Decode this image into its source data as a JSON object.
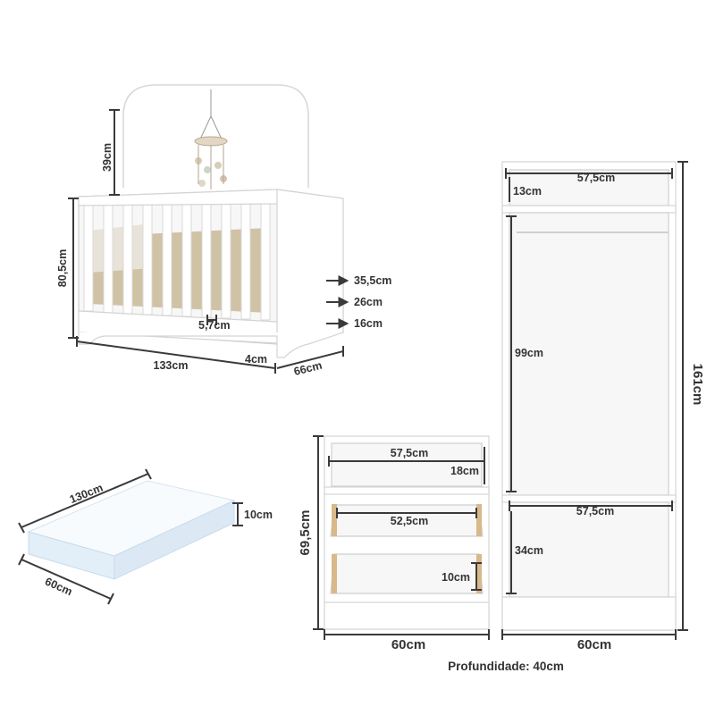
{
  "crib": {
    "canopy_height": "39cm",
    "height": "80,5cm",
    "rail_35": "35,5cm",
    "rail_26": "26cm",
    "rail_16": "16cm",
    "drawer_gap": "5,7cm",
    "width": "133cm",
    "foot": "4cm",
    "depth": "66cm"
  },
  "mattress": {
    "length": "130cm",
    "thickness": "10cm",
    "width": "60cm"
  },
  "dresser": {
    "inner_width_top": "57,5cm",
    "shelf_height": "18cm",
    "drawer_width": "52,5cm",
    "drawer_height": "10cm",
    "height": "69,5cm",
    "width": "60cm"
  },
  "wardrobe": {
    "inner_width_top": "57,5cm",
    "top_height": "13cm",
    "hanging_height": "99cm",
    "total_height": "161cm",
    "inner_width_bottom": "57,5cm",
    "bottom_height": "34cm",
    "width": "60cm"
  },
  "depth_note": "Profundidade: 40cm",
  "colors": {
    "furniture": "#f7f7f7",
    "mattress": "#e9f3fb",
    "dim_line": "#3a3a3a",
    "fabric": "#c9b897"
  }
}
